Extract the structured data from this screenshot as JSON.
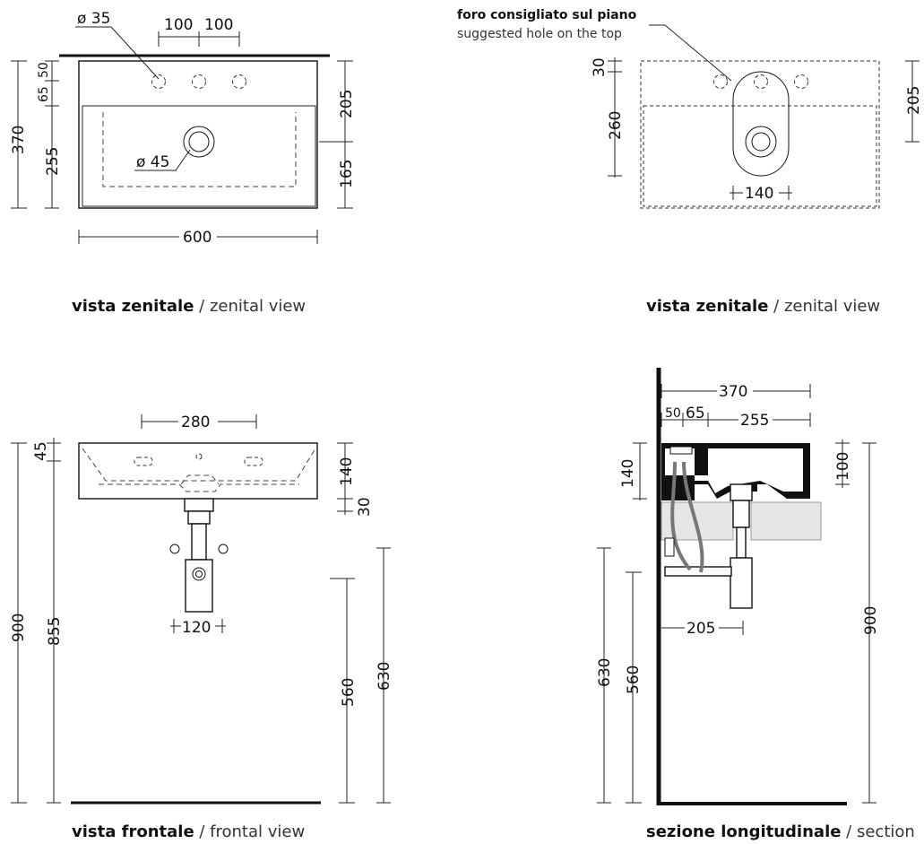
{
  "views": {
    "top_left": {
      "caption_bold": "vista zenitale",
      "caption_sep": " / ",
      "caption_light": "zenital view",
      "dims": {
        "hole_small": "ø 35",
        "spacing_a": "100",
        "spacing_b": "100",
        "d50": "50",
        "d65": "65",
        "d370": "370",
        "d255": "255",
        "d205": "205",
        "d165": "165",
        "drain": "ø 45",
        "width": "600"
      }
    },
    "top_right": {
      "caption_bold": "vista zenitale",
      "caption_sep": " / ",
      "caption_light": "zenital view",
      "note_bold": "foro consigliato sul piano",
      "note_light": "suggested hole on the top",
      "dims": {
        "d30": "30",
        "d260": "260",
        "d205": "205",
        "d140": "140"
      }
    },
    "bottom_left": {
      "caption_bold": "vista frontale",
      "caption_sep": " / ",
      "caption_light": "frontal view",
      "dims": {
        "d280": "280",
        "d45": "45",
        "d140": "140",
        "d30": "30",
        "d900": "900",
        "d855": "855",
        "d120": "120",
        "d560": "560",
        "d630": "630"
      }
    },
    "bottom_right": {
      "caption_bold": "sezione longitudinale",
      "caption_sep": " / ",
      "caption_light": "section",
      "dims": {
        "d370": "370",
        "d50": "50",
        "d65": "65",
        "d255": "255",
        "d140": "140",
        "d100": "100",
        "d900": "900",
        "d205": "205",
        "d630": "630",
        "d560": "560"
      }
    }
  }
}
